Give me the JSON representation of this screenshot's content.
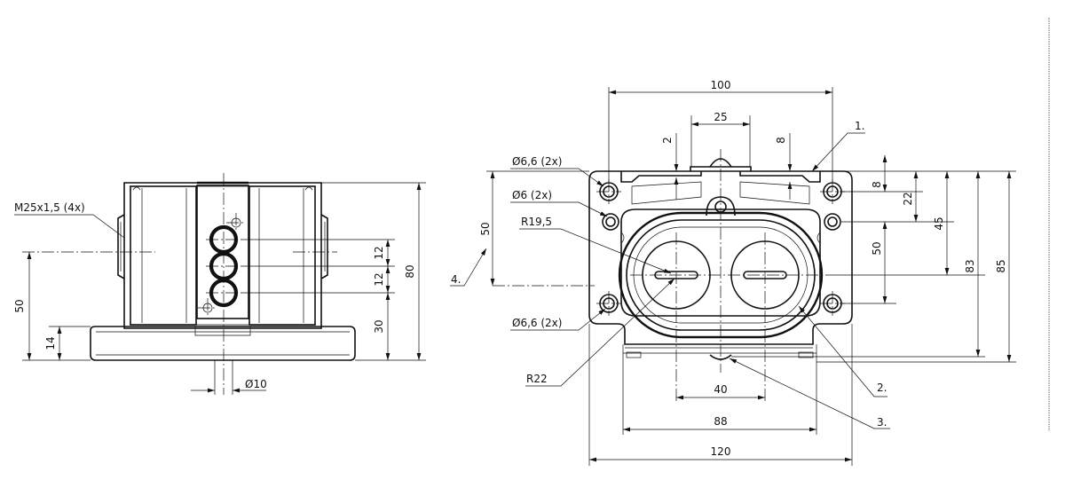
{
  "left_view": {
    "labels": {
      "thread": "M25x1,5 (4x)",
      "dim_50": "50",
      "dim_14": "14",
      "dim_12a": "12",
      "dim_12b": "12",
      "dim_30": "30",
      "dim_80": "80",
      "dim_dia10": "Ø10"
    }
  },
  "right_view": {
    "labels": {
      "dim_100": "100",
      "dim_25": "25",
      "dim_2": "2",
      "dim_8_top": "8",
      "callout_1": "1.",
      "hole_66_top": "Ø6,6 (2x)",
      "hole_6": "Ø6 (2x)",
      "radius_195": "R19,5",
      "dim_50_left": "50",
      "callout_4": "4.",
      "hole_66_bottom": "Ø6,6 (2x)",
      "radius_22": "R22",
      "dim_8_right": "8",
      "dim_22": "22",
      "dim_50_right": "50",
      "dim_45": "45",
      "dim_83": "83",
      "dim_85": "85",
      "dim_40": "40",
      "dim_88": "88",
      "dim_120": "120",
      "callout_2": "2.",
      "callout_3": "3."
    }
  }
}
